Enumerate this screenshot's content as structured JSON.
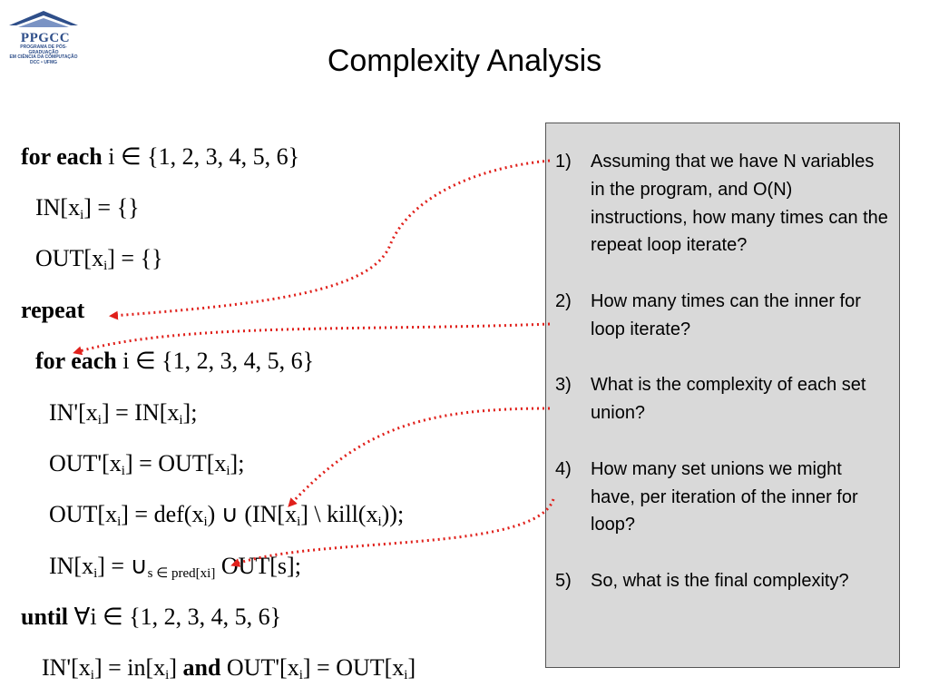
{
  "logo": {
    "name": "PPGCC",
    "subtitle_lines": [
      "PROGRAMA DE PÓS-GRADUAÇÃO",
      "EM CIÊNCIA DA COMPUTAÇÃO",
      "DCC • UFMG"
    ]
  },
  "title": "Complexity Analysis",
  "code": {
    "for_each": "for each",
    "repeat": "repeat",
    "until": "until",
    "and": "and",
    "set_values": "{1, 2, 3, 4, 5, 6}",
    "var_i": "i",
    "var_x": "x",
    "var_s": "s",
    "empty_set": "{}",
    "line1_rest": "i ∈ {1, 2, 3, 4, 5, 6}",
    "line2_prefix": "IN[x",
    "line2_suffix": "] = {}",
    "line3_prefix": "OUT[x",
    "line3_suffix": "] = {}",
    "line5_rest": "i ∈ {1, 2, 3, 4, 5, 6}",
    "line6_a": "IN'[x",
    "line6_b": "] = IN[x",
    "line6_c": "];",
    "line7_a": "OUT'[x",
    "line7_b": "] = OUT[x",
    "line7_c": "];",
    "line8_a": "OUT[x",
    "line8_b": "] = def(x",
    "line8_c": ") ∪ (IN[x",
    "line8_d": "] \\ kill(x",
    "line8_e": "));",
    "line9_a": "IN[x",
    "line9_b": "] = ∪",
    "line9_sub": "s ∈ pred[xi]",
    "line9_c": " OUT[s];",
    "line10_rest": "∀i ∈ {1, 2, 3, 4, 5, 6}",
    "line11_a": "IN'[x",
    "line11_b": "] = in[x",
    "line11_c": "] ",
    "line11_d": " OUT'[x",
    "line11_e": "] = OUT[x",
    "line11_f": "]"
  },
  "questions": [
    {
      "num": "1)",
      "text": "Assuming that we have N variables in the program, and O(N) instructions, how many times can the repeat loop iterate?"
    },
    {
      "num": "2)",
      "text": "How many times can the inner for loop iterate?"
    },
    {
      "num": "3)",
      "text": "What is the complexity of each set union?"
    },
    {
      "num": "4)",
      "text": "How many set unions we might have, per iteration of the inner for loop?"
    },
    {
      "num": "5)",
      "text": "So, what is the final complexity?"
    }
  ],
  "colors": {
    "arrow": "#e0201b",
    "box_fill": "#d9d9d9",
    "logo_blue": "#2f4f8a"
  }
}
